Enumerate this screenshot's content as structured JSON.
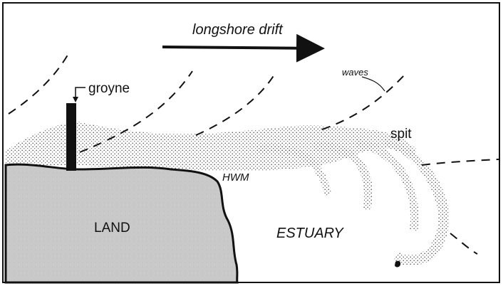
{
  "labels": {
    "drift": "longshore drift",
    "groyne": "groyne",
    "waves": "waves",
    "spit": "spit",
    "hwm": "HWM",
    "land": "LAND",
    "estuary": "ESTUARY"
  },
  "colors": {
    "ink": "#111111",
    "land": "#c9c9c9",
    "stipple": "#444444",
    "background": "#ffffff"
  }
}
